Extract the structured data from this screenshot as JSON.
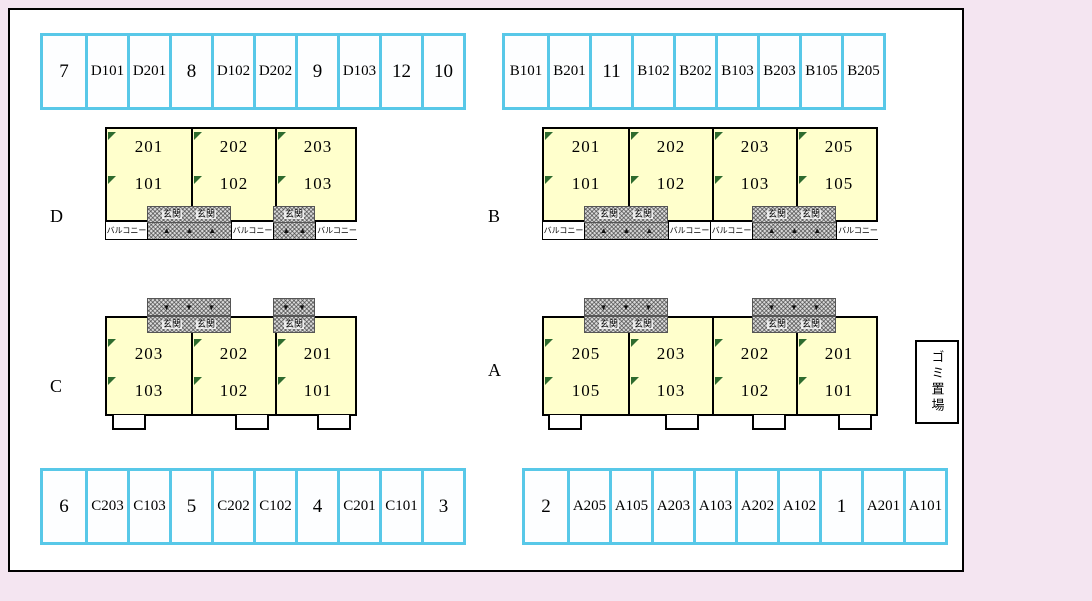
{
  "labels": {
    "entrance": "玄関",
    "balcony": "バルコニー",
    "garbage": "ゴミ置場",
    "up_triangle": "▲",
    "down_triangle": "▼"
  },
  "colors": {
    "background": "#f4e5f1",
    "parking_border": "#58c8e8",
    "unit_fill": "#ffffcc",
    "door_marker": "#2e6b2e",
    "hatch_gray": "#d9d9d9"
  },
  "parking": {
    "top_left": [
      "7",
      "D101",
      "D201",
      "8",
      "D102",
      "D202",
      "9",
      "D103",
      "12",
      "10"
    ],
    "top_right": [
      "B101",
      "B201",
      "11",
      "B102",
      "B202",
      "B103",
      "B203",
      "B105",
      "B205"
    ],
    "bottom_left": [
      "6",
      "C203",
      "C103",
      "5",
      "C202",
      "C102",
      "4",
      "C201",
      "C101",
      "3"
    ],
    "bottom_right": [
      "2",
      "A205",
      "A105",
      "A203",
      "A103",
      "A202",
      "A102",
      "1",
      "A201",
      "A101"
    ]
  },
  "buildings": {
    "D": {
      "letter": "D",
      "units": [
        {
          "upper": "201",
          "lower": "101"
        },
        {
          "upper": "202",
          "lower": "102"
        },
        {
          "upper": "203",
          "lower": "103"
        }
      ]
    },
    "B": {
      "letter": "B",
      "units": [
        {
          "upper": "201",
          "lower": "101"
        },
        {
          "upper": "202",
          "lower": "102"
        },
        {
          "upper": "203",
          "lower": "103"
        },
        {
          "upper": "205",
          "lower": "105"
        }
      ]
    },
    "C": {
      "letter": "C",
      "units": [
        {
          "upper": "203",
          "lower": "103"
        },
        {
          "upper": "202",
          "lower": "102"
        },
        {
          "upper": "201",
          "lower": "101"
        }
      ]
    },
    "A": {
      "letter": "A",
      "units": [
        {
          "upper": "205",
          "lower": "105"
        },
        {
          "upper": "203",
          "lower": "103"
        },
        {
          "upper": "202",
          "lower": "102"
        },
        {
          "upper": "201",
          "lower": "101"
        }
      ]
    }
  }
}
